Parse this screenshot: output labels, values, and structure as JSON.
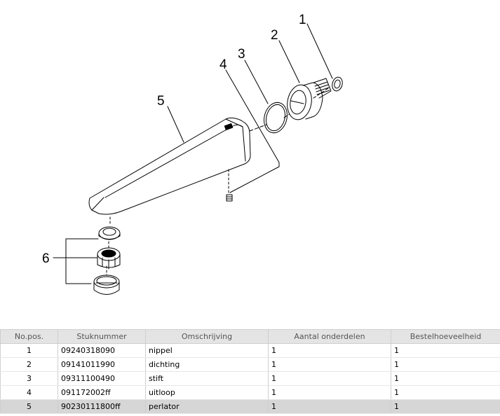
{
  "drawing": {
    "callouts": {
      "c1": "1",
      "c2": "2",
      "c3": "3",
      "c4": "4",
      "c5": "5",
      "c6": "6"
    }
  },
  "table": {
    "headers": {
      "pos": "No.pos.",
      "number": "Stuknummer",
      "description": "Omschrijving",
      "sub_count": "Aantal onderdelen",
      "order_qty": "Bestelhoeveelheid"
    },
    "rows": [
      {
        "pos": "1",
        "number": "09240318090",
        "description": "nippel",
        "sub_count": "1",
        "order_qty": "1"
      },
      {
        "pos": "2",
        "number": "09141011990",
        "description": "dichting",
        "sub_count": "1",
        "order_qty": "1"
      },
      {
        "pos": "3",
        "number": "09311100490",
        "description": "stift",
        "sub_count": "1",
        "order_qty": "1"
      },
      {
        "pos": "4",
        "number": "091172002ff",
        "description": "uitloop",
        "sub_count": "1",
        "order_qty": "1"
      },
      {
        "pos": "5",
        "number": "90230111800ff",
        "description": "perlator",
        "sub_count": "1",
        "order_qty": "1"
      }
    ]
  }
}
